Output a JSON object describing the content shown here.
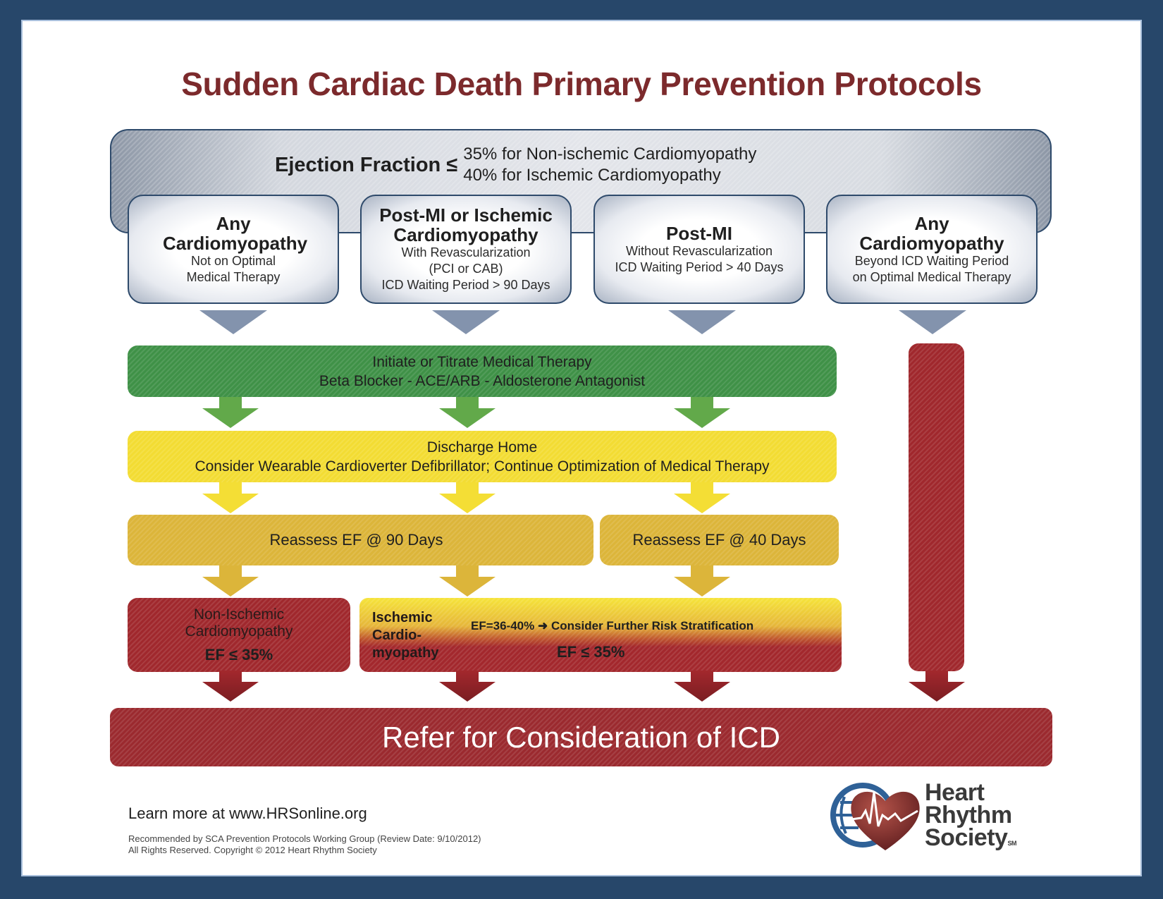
{
  "title": "Sudden Cardiac Death Primary Prevention Protocols",
  "ejection_fraction": {
    "label": "Ejection Fraction ≤",
    "line1": "35% for Non-ischemic Cardiomyopathy",
    "line2": "40% for Ischemic Cardiomyopathy"
  },
  "categories": [
    {
      "heading": "Any Cardiomyopathy",
      "lines": [
        "Not on Optimal",
        "Medical Therapy"
      ]
    },
    {
      "heading": "Post-MI or Ischemic Cardiomyopathy",
      "lines": [
        "With Revascularization",
        "(PCI or CAB)",
        "ICD Waiting Period > 90 Days"
      ]
    },
    {
      "heading": "Post-MI",
      "lines": [
        "Without Revascularization",
        "ICD Waiting Period > 40 Days"
      ]
    },
    {
      "heading": "Any Cardiomyopathy",
      "lines": [
        "Beyond ICD Waiting Period",
        "on Optimal Medical Therapy"
      ]
    }
  ],
  "medical_therapy": {
    "line1": "Initiate or Titrate Medical Therapy",
    "line2": "Beta Blocker -  ACE/ARB - Aldosterone Antagonist"
  },
  "discharge": {
    "line1": "Discharge Home",
    "line2": "Consider Wearable Cardioverter Defibrillator; Continue Optimization of Medical Therapy"
  },
  "reassess": {
    "left": "Reassess EF @ 90 Days",
    "right": "Reassess EF @ 40 Days"
  },
  "non_ischemic": {
    "line1": "Non-Ischemic",
    "line2": "Cardiomyopathy",
    "ef": "EF ≤ 35%"
  },
  "ischemic": {
    "label_lines": [
      "Ischemic",
      "Cardio-",
      "myopathy"
    ],
    "risk_prefix": "EF=36-40%",
    "risk_text": "Consider Further Risk Stratification",
    "ef": "EF ≤ 35%"
  },
  "refer": "Refer for Consideration of ICD",
  "footer": {
    "learn_more": "Learn more at www.HRSonline.org",
    "recommended": "Recommended by SCA Prevention Protocols Working Group (Review Date: 9/10/2012)",
    "copyright": "All Rights Reserved. Copyright © 2012 Heart Rhythm Society"
  },
  "logo": {
    "lines": [
      "Heart",
      "Rhythm",
      "Society"
    ],
    "mark": "SM"
  },
  "colors": {
    "title": "#7c2a2c",
    "border": "#27476a",
    "green": "#3f9147",
    "yellow": "#f3dc33",
    "gold": "#dcb53a",
    "red": "#a0282d",
    "gray_arrow": "#8393ad"
  }
}
